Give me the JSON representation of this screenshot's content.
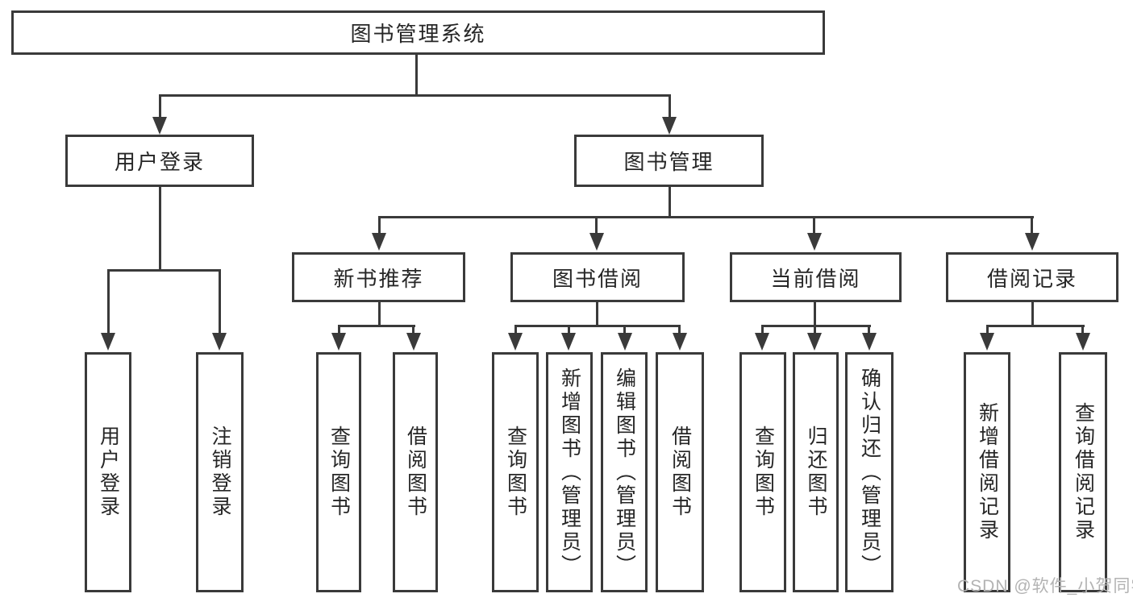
{
  "diagram": {
    "root": {
      "label": "图书管理系统"
    },
    "user_login": {
      "label": "用户登录",
      "children": {
        "login": {
          "label": "用户登录"
        },
        "logout": {
          "label": "注销登录"
        }
      }
    },
    "book_management": {
      "label": "图书管理",
      "children": {
        "new_book": {
          "label": "新书推荐",
          "children": {
            "query_books": {
              "label": "查询图书"
            },
            "borrow_books": {
              "label": "借阅图书"
            }
          }
        },
        "book_borrowing": {
          "label": "图书借阅",
          "children": {
            "query_books": {
              "label": "查询图书"
            },
            "add_books": {
              "label": "新增图书（管理员）"
            },
            "edit_books": {
              "label": "编辑图书（管理员）"
            },
            "borrow_books": {
              "label": "借阅图书"
            }
          }
        },
        "current_borrowing": {
          "label": "当前借阅",
          "children": {
            "query_books": {
              "label": "查询图书"
            },
            "return_books": {
              "label": "归还图书"
            },
            "confirm_return": {
              "label": "确认归还（管理员）"
            }
          }
        },
        "borrow_records": {
          "label": "借阅记录",
          "children": {
            "add_record": {
              "label": "新增借阅记录"
            },
            "query_record": {
              "label": "查询借阅记录"
            }
          }
        }
      }
    }
  },
  "watermark": {
    "text": "CSDN @软件_小贺同学"
  },
  "colors": {
    "line": "#3a3a3a",
    "text": "#262626",
    "background": "#ffffff",
    "watermark": "#b3b3b3"
  }
}
